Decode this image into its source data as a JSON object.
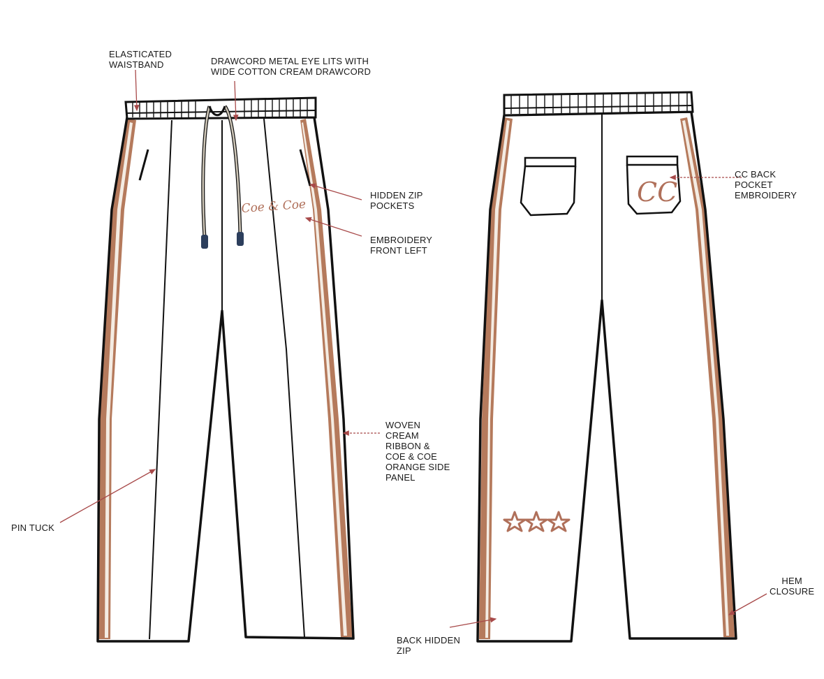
{
  "colors": {
    "outline": "#111111",
    "side_panel": "#b57a5c",
    "ribbon": "#f4ece3",
    "embroidery": "#b0705a",
    "leader": "#a84a4a",
    "drawcord": "#cfc7b8",
    "cord_tip": "#2c3e5c"
  },
  "callouts": {
    "elasticated_waistband": [
      "ELASTICATED",
      "WAISTBAND"
    ],
    "drawcord": [
      "DRAWCORD METAL EYE LITS WITH",
      "WIDE COTTON CREAM DRAWCORD"
    ],
    "hidden_zip_pockets": [
      "HIDDEN ZIP",
      "POCKETS"
    ],
    "embroidery_front_left": [
      "EMBROIDERY",
      "FRONT LEFT"
    ],
    "woven_ribbon": [
      "WOVEN",
      "CREAM",
      "RIBBON &",
      "COE & COE",
      "ORANGE SIDE",
      "PANEL"
    ],
    "pin_tuck": [
      "PIN TUCK"
    ],
    "cc_back_pocket": [
      "CC BACK",
      "POCKET",
      "EMBROIDERY"
    ],
    "hem_closure": [
      "HEM",
      "CLOSURE"
    ],
    "back_hidden_zip": [
      "BACK HIDDEN",
      "ZIP"
    ]
  },
  "front_embroidery_text": "Coe & Coe",
  "back_pocket_monogram": "CC",
  "back_star_count": 3
}
